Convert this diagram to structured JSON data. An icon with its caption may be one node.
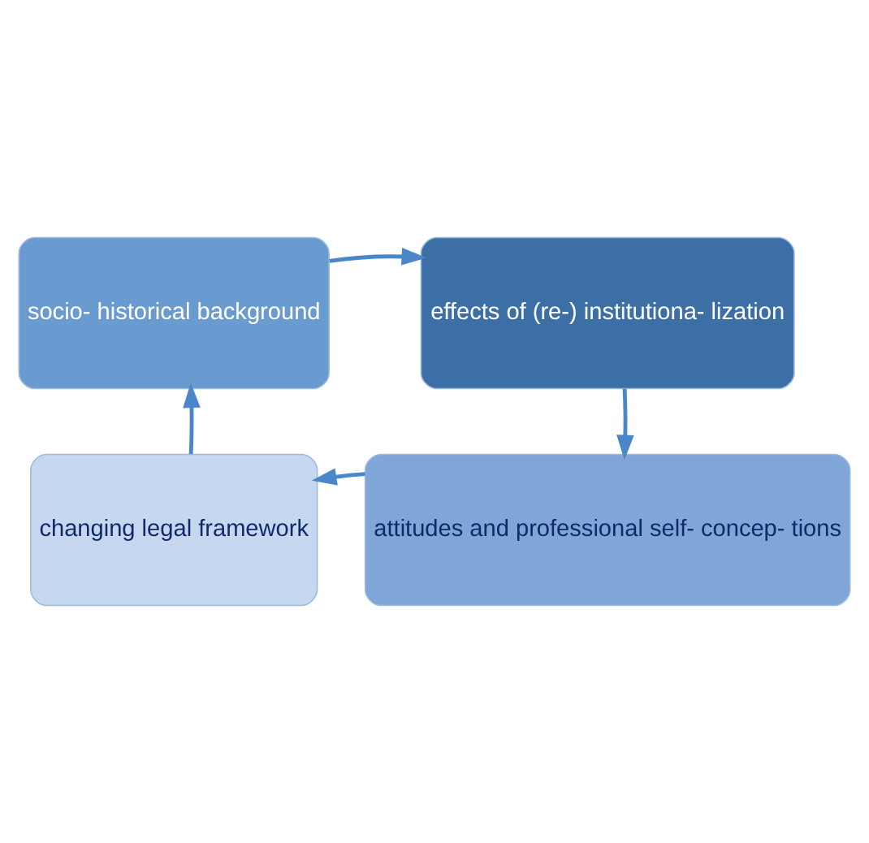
{
  "diagram": {
    "nodes": [
      {
        "text": [
          "socio- historical background"
        ]
      },
      {
        "text": [
          "effects of (re-) institutiona- lization"
        ]
      },
      {
        "text": [
          "attitudes and professional self- concep- tions"
        ]
      },
      {
        "text": [
          "changing legal framework"
        ]
      }
    ],
    "edges": [
      {
        "from": 0,
        "to": 1,
        "arrow": "to"
      },
      {
        "from": 1,
        "to": 2,
        "arrow": "to"
      },
      {
        "from": 2,
        "to": 3,
        "arrow": "to"
      },
      {
        "from": 3,
        "to": 0,
        "arrow": "to"
      }
    ]
  }
}
